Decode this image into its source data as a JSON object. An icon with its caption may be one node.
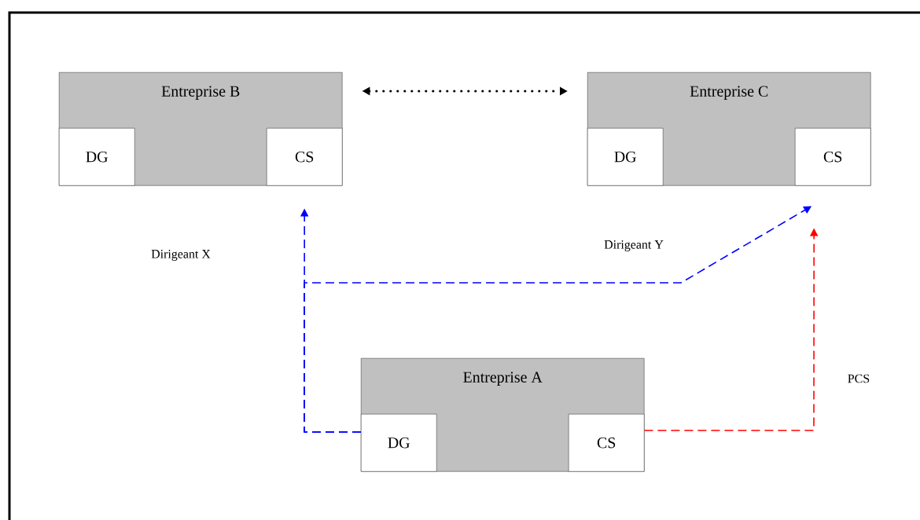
{
  "diagram": {
    "nodes": [
      {
        "text": [
          "Entreprise B"
        ]
      },
      {
        "text": [
          "DG"
        ],
        "in": 0
      },
      {
        "text": [
          "CS"
        ],
        "in": 0
      },
      {
        "text": [
          "Entreprise C"
        ]
      },
      {
        "text": [
          "DG"
        ],
        "in": 3
      },
      {
        "text": [
          "CS"
        ],
        "in": 3
      },
      {
        "text": [
          "Entreprise A"
        ]
      },
      {
        "text": [
          "DG"
        ],
        "in": 6
      },
      {
        "text": [
          "CS"
        ],
        "in": 6
      }
    ],
    "edges": [
      {
        "from": 0,
        "to": 3,
        "arrow": "both",
        "style": "dashed",
        "color": "#000000"
      },
      {
        "from": 7,
        "to": 2,
        "arrow": "to",
        "style": "dashed",
        "color": "#0000ff"
      },
      {
        "from": 7,
        "to": 5,
        "arrow": "to",
        "style": "dashed",
        "color": "#0000ff",
        "label": "Dirigeant Y"
      },
      {
        "from": 8,
        "to": 5,
        "arrow": "to",
        "style": "dashed",
        "color": "#ff0000",
        "label": "PCS"
      }
    ],
    "labels": [
      "Dirigeant X"
    ]
  }
}
